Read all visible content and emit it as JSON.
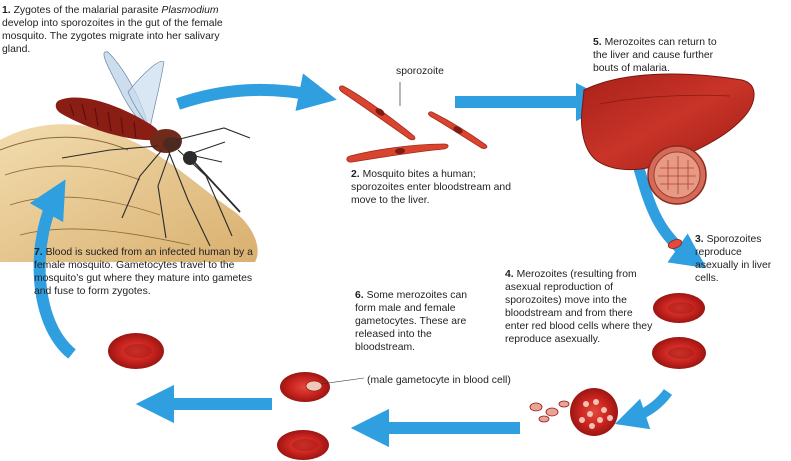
{
  "steps": {
    "s1": {
      "num": "1.",
      "pre": "Zygotes of the malarial parasite ",
      "ital": "Plasmodium",
      "post": "develop into sporozoites in the gut of the female mosquito. The zygotes migrate into her salivary gland."
    },
    "s2": {
      "num": "2.",
      "text": "Mosquito bites a human; sporozoites enter bloodstream and move to the liver."
    },
    "s3": {
      "num": "3.",
      "text": "Sporozoites reproduce asexually in liver cells."
    },
    "s4": {
      "num": "4.",
      "text": "Merozoites (resulting from asexual reproduction of sporozoites) move into the bloodstream and from there enter red blood cells where they reproduce asexually."
    },
    "s5": {
      "num": "5.",
      "text": "Merozoites can return to the liver and cause further bouts of malaria."
    },
    "s6": {
      "num": "6.",
      "text": "Some merozoites can form male and female gametocytes.  These are released into the bloodstream."
    },
    "s7": {
      "num": "7.",
      "text": "Blood is sucked from an infected human by a female mosquito.  Gametocytes travel to the mosquito’s gut where they mature into gametes and fuse to form zygotes."
    }
  },
  "labels": {
    "sporozoite": "sporozoite",
    "gametocyte_note": "(male gametocyte in blood cell)"
  },
  "colors": {
    "arrow": "#2f9fe0",
    "blood": "#c9231f",
    "liver": "#b8261e",
    "mosquito": "#8a1d14",
    "skin": "#e9c98f"
  }
}
